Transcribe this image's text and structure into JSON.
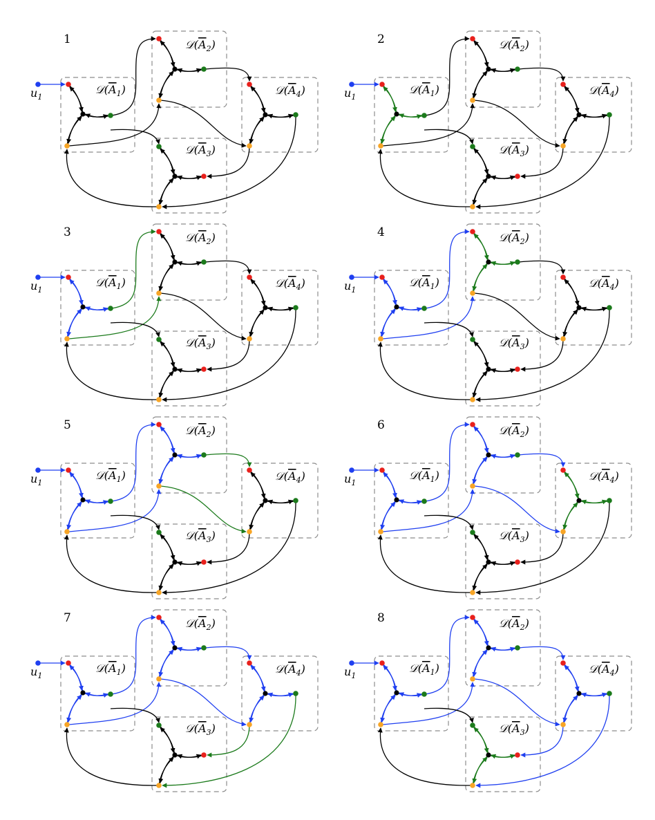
{
  "colors": {
    "red_node": "#e8201c",
    "green_node": "#1b7a1b",
    "orange_node": "#f7a526",
    "center_node": "#000000",
    "input_node": "#1f3ff0",
    "default_edge": "#000000",
    "highlight_green": "#1b7a1b",
    "highlight_blue": "#1f3ff0",
    "box_stroke": "#8c8c8c"
  },
  "input": {
    "label": "u",
    "subscript": "1"
  },
  "boxes": [
    {
      "key": "A1",
      "prefix": "𝒟(",
      "letter": "A",
      "subscript": "1",
      "suffix": ")"
    },
    {
      "key": "A2",
      "prefix": "𝒟(",
      "letter": "A",
      "subscript": "2",
      "suffix": ")"
    },
    {
      "key": "A3",
      "prefix": "𝒟(",
      "letter": "A",
      "subscript": "3",
      "suffix": ")"
    },
    {
      "key": "A4",
      "prefix": "𝒟(",
      "letter": "A",
      "subscript": "4",
      "suffix": ")"
    }
  ],
  "panels": [
    {
      "number": "1",
      "green": [],
      "blue": [
        "u"
      ]
    },
    {
      "number": "2",
      "green": [
        "A1"
      ],
      "blue": [
        "u"
      ]
    },
    {
      "number": "3",
      "green": [
        "A1g_A2r",
        "A1o_A2o"
      ],
      "blue": [
        "u",
        "A1"
      ]
    },
    {
      "number": "4",
      "green": [
        "A2"
      ],
      "blue": [
        "u",
        "A1",
        "A1g_A2r",
        "A1o_A2o"
      ]
    },
    {
      "number": "5",
      "green": [
        "A2g_A4r",
        "A2o_A4o"
      ],
      "blue": [
        "u",
        "A1",
        "A1g_A2r",
        "A1o_A2o",
        "A2"
      ]
    },
    {
      "number": "6",
      "green": [
        "A4"
      ],
      "blue": [
        "u",
        "A1",
        "A1g_A2r",
        "A1o_A2o",
        "A2",
        "A2g_A4r",
        "A2o_A4o"
      ]
    },
    {
      "number": "7",
      "green": [
        "A4g_A3o",
        "A4o_A3r"
      ],
      "blue": [
        "u",
        "A1",
        "A1g_A2r",
        "A1o_A2o",
        "A2",
        "A2g_A4r",
        "A2o_A4o",
        "A4"
      ]
    },
    {
      "number": "8",
      "green": [
        "A3"
      ],
      "blue": [
        "u",
        "A1",
        "A1g_A2r",
        "A1o_A2o",
        "A2",
        "A2g_A4r",
        "A2o_A4o",
        "A4",
        "A4g_A3o",
        "A4o_A3r"
      ]
    }
  ]
}
